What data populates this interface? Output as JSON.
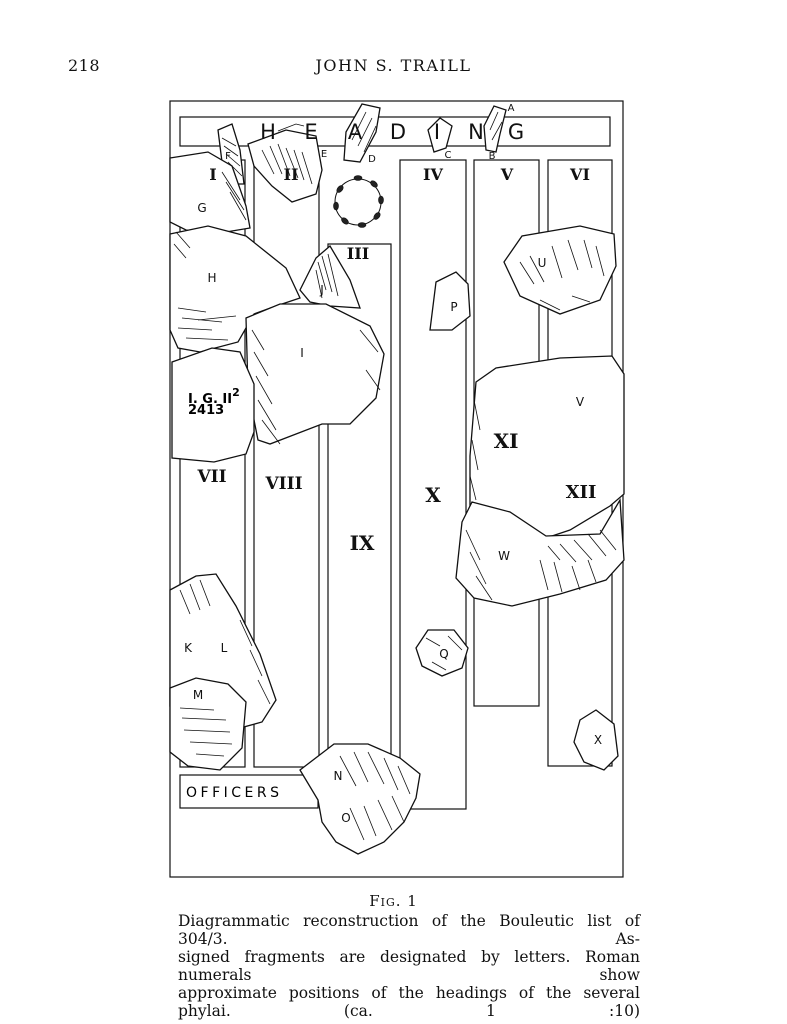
{
  "header": {
    "page_number": "218",
    "running_head": "JOHN S. TRAILL"
  },
  "figure": {
    "heading_letters": [
      "H",
      "E",
      "A",
      "D",
      "I",
      "N",
      "G"
    ],
    "phylai_numerals": [
      "I",
      "II",
      "III",
      "IV",
      "V",
      "VI",
      "VII",
      "VIII",
      "IX",
      "X",
      "XI",
      "XII"
    ],
    "fragment_letters": [
      "A",
      "B",
      "C",
      "D",
      "E",
      "F",
      "G",
      "H",
      "I",
      "J",
      "K",
      "L",
      "M",
      "N",
      "O",
      "P",
      "Q",
      "U",
      "V",
      "W",
      "X"
    ],
    "ig_label_line1": "I. G. II",
    "ig_label_sup": "2",
    "ig_label_line2": "2413",
    "officers_label": "OFFICERS"
  },
  "caption": {
    "title": "Fig. 1",
    "line1": "Diagrammatic reconstruction of the Bouleutic list of 304/3. As-",
    "line2": "signed fragments are designated by letters. Roman numerals show",
    "line3": "approximate positions of the headings of the several phylai. (ca. 1 :10)"
  }
}
